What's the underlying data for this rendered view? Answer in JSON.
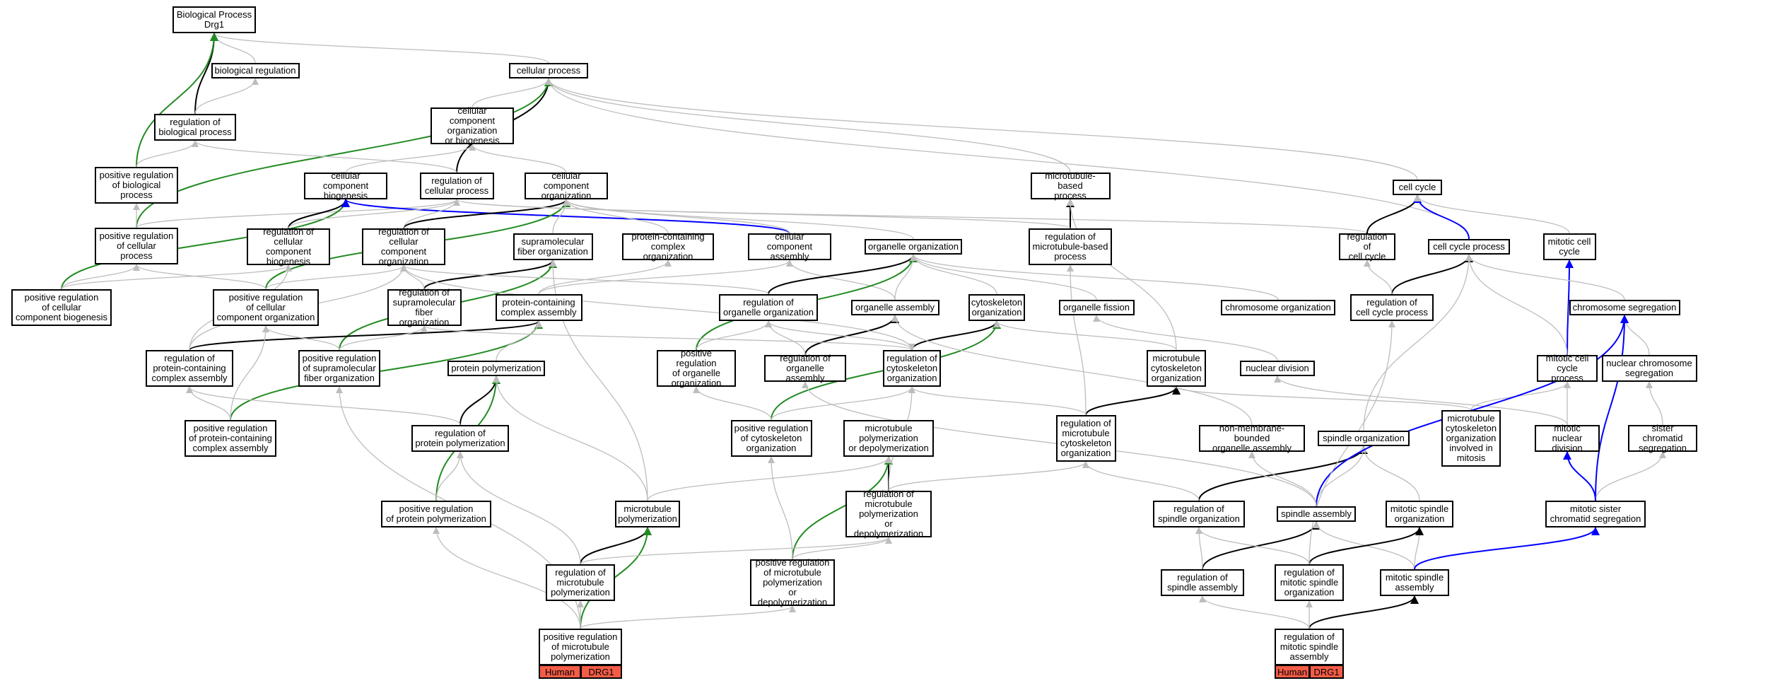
{
  "nodes": [
    {
      "id": "bp",
      "label": "Biological Process\nDrg1"
    },
    {
      "id": "bioreg",
      "label": "biological regulation"
    },
    {
      "id": "cellproc",
      "label": "cellular process"
    },
    {
      "id": "regbp",
      "label": "regulation of\nbiological process"
    },
    {
      "id": "ccob",
      "label": "cellular component\norganization\nor biogenesis"
    },
    {
      "id": "posregbp",
      "label": "positive regulation\nof biological\nprocess"
    },
    {
      "id": "ccbiog",
      "label": "cellular component\nbiogenesis"
    },
    {
      "id": "regcp",
      "label": "regulation of\ncellular process"
    },
    {
      "id": "ccorg",
      "label": "cellular component\norganization"
    },
    {
      "id": "mtbp",
      "label": "microtubule-based\nprocess"
    },
    {
      "id": "cellcycle",
      "label": "cell cycle"
    },
    {
      "id": "posregcp",
      "label": "positive regulation\nof cellular\nprocess"
    },
    {
      "id": "regccb",
      "label": "regulation of\ncellular component\nbiogenesis"
    },
    {
      "id": "regcco",
      "label": "regulation of\ncellular component\norganization"
    },
    {
      "id": "sfo",
      "label": "supramolecular\nfiber organization"
    },
    {
      "id": "pcco",
      "label": "protein-containing\ncomplex organization"
    },
    {
      "id": "cca",
      "label": "cellular component\nassembly"
    },
    {
      "id": "orgorg",
      "label": "organelle organization"
    },
    {
      "id": "regmtbp",
      "label": "regulation of\nmicrotubule-based\nprocess"
    },
    {
      "id": "regcc",
      "label": "regulation of\ncell cycle"
    },
    {
      "id": "ccp",
      "label": "cell cycle process"
    },
    {
      "id": "mcc",
      "label": "mitotic cell\ncycle"
    },
    {
      "id": "posregccb",
      "label": "positive regulation\nof cellular\ncomponent biogenesis"
    },
    {
      "id": "posregcco",
      "label": "positive regulation\nof cellular\ncomponent organization"
    },
    {
      "id": "regsfo",
      "label": "regulation of\nsupramolecular\nfiber organization"
    },
    {
      "id": "pcca",
      "label": "protein-containing\ncomplex assembly"
    },
    {
      "id": "regoo",
      "label": "regulation of\norganelle organization"
    },
    {
      "id": "oa",
      "label": "organelle assembly"
    },
    {
      "id": "cytorg",
      "label": "cytoskeleton\norganization"
    },
    {
      "id": "of",
      "label": "organelle fission"
    },
    {
      "id": "chrorg",
      "label": "chromosome organization"
    },
    {
      "id": "regccp",
      "label": "regulation of\ncell cycle process"
    },
    {
      "id": "chrseg",
      "label": "chromosome segregation"
    },
    {
      "id": "regpcca",
      "label": "regulation of\nprotein-containing\ncomplex assembly"
    },
    {
      "id": "posregsfo",
      "label": "positive regulation\nof supramolecular\nfiber organization"
    },
    {
      "id": "pp",
      "label": "protein polymerization"
    },
    {
      "id": "posregoo",
      "label": "positive regulation\nof organelle\norganization"
    },
    {
      "id": "regoa",
      "label": "regulation of\norganelle assembly"
    },
    {
      "id": "regcyt",
      "label": "regulation of\ncytoskeleton\norganization"
    },
    {
      "id": "mco",
      "label": "microtubule\ncytoskeleton\norganization"
    },
    {
      "id": "nd",
      "label": "nuclear division"
    },
    {
      "id": "mccp",
      "label": "mitotic cell\ncycle process"
    },
    {
      "id": "ncs",
      "label": "nuclear chromosome\nsegregation"
    },
    {
      "id": "posregpcca",
      "label": "positive regulation\nof protein-containing\ncomplex assembly"
    },
    {
      "id": "regpp",
      "label": "regulation of\nprotein polymerization"
    },
    {
      "id": "posregcyt",
      "label": "positive regulation\nof cytoskeleton\norganization"
    },
    {
      "id": "mpd",
      "label": "microtubule\npolymerization\nor depolymerization"
    },
    {
      "id": "regmco",
      "label": "regulation of\nmicrotubule\ncytoskeleton\norganization"
    },
    {
      "id": "nmboa",
      "label": "non-membrane-bounded\norganelle assembly"
    },
    {
      "id": "so",
      "label": "spindle organization"
    },
    {
      "id": "mcoim",
      "label": "microtubule\ncytoskeleton\norganization\ninvolved in\nmitosis"
    },
    {
      "id": "mnd",
      "label": "mitotic nuclear\ndivision"
    },
    {
      "id": "scs",
      "label": "sister chromatid\nsegregation"
    },
    {
      "id": "regmpd",
      "label": "regulation of\nmicrotubule\npolymerization\nor depolymerization"
    },
    {
      "id": "posregpp",
      "label": "positive regulation\nof protein polymerization"
    },
    {
      "id": "mtpol",
      "label": "microtubule\npolymerization"
    },
    {
      "id": "regso",
      "label": "regulation of\nspindle organization"
    },
    {
      "id": "sa",
      "label": "spindle assembly"
    },
    {
      "id": "mso",
      "label": "mitotic spindle\norganization"
    },
    {
      "id": "mscs",
      "label": "mitotic sister\nchromatid segregation"
    },
    {
      "id": "regmtpol",
      "label": "regulation of\nmicrotubule\npolymerization"
    },
    {
      "id": "posregmpd",
      "label": "positive regulation\nof microtubule\npolymerization\nor depolymerization"
    },
    {
      "id": "regsa",
      "label": "regulation of\nspindle assembly"
    },
    {
      "id": "regmso",
      "label": "regulation of\nmitotic spindle\norganization"
    },
    {
      "id": "msa",
      "label": "mitotic spindle\nassembly"
    },
    {
      "id": "posregmtpol",
      "label": "positive regulation\nof microtubule\npolymerization"
    },
    {
      "id": "regmsa",
      "label": "regulation of\nmitotic spindle\nassembly"
    }
  ],
  "annotations": [
    {
      "node": "posregmtpol",
      "species": "Human",
      "gene": "DRG1"
    },
    {
      "node": "regmsa",
      "species": "Human",
      "gene": "DRG1"
    }
  ],
  "edge_colors": {
    "is_a": "#bdbdbd",
    "part_of": "#000000",
    "positively_regulates": "#228b22",
    "regulates": "#0000ff"
  },
  "edges": [
    [
      "bioreg",
      "bp",
      "is_a"
    ],
    [
      "cellproc",
      "bp",
      "is_a"
    ],
    [
      "regbp",
      "bp",
      "part_of"
    ],
    [
      "posregbp",
      "bp",
      "positively_regulates"
    ],
    [
      "regbp",
      "bioreg",
      "is_a"
    ],
    [
      "posregbp",
      "regbp",
      "is_a"
    ],
    [
      "ccob",
      "cellproc",
      "is_a"
    ],
    [
      "regcp",
      "cellproc",
      "part_of"
    ],
    [
      "posregcp",
      "cellproc",
      "positively_regulates"
    ],
    [
      "mtbp",
      "cellproc",
      "is_a"
    ],
    [
      "cellcycle",
      "cellproc",
      "is_a"
    ],
    [
      "ccp",
      "cellproc",
      "is_a"
    ],
    [
      "ccbiog",
      "ccob",
      "is_a"
    ],
    [
      "ccorg",
      "ccob",
      "is_a"
    ],
    [
      "regcp",
      "regbp",
      "is_a"
    ],
    [
      "posregcp",
      "posregbp",
      "is_a"
    ],
    [
      "posregcp",
      "regcp",
      "is_a"
    ],
    [
      "regccb",
      "ccbiog",
      "part_of"
    ],
    [
      "posregccb",
      "ccbiog",
      "positively_regulates"
    ],
    [
      "cca",
      "ccbiog",
      "regulates"
    ],
    [
      "regcco",
      "ccorg",
      "part_of"
    ],
    [
      "posregcco",
      "ccorg",
      "positively_regulates"
    ],
    [
      "sfo",
      "ccorg",
      "is_a"
    ],
    [
      "pcco",
      "ccorg",
      "is_a"
    ],
    [
      "cca",
      "ccorg",
      "is_a"
    ],
    [
      "orgorg",
      "ccorg",
      "is_a"
    ],
    [
      "regccb",
      "regcp",
      "is_a"
    ],
    [
      "regcco",
      "regcp",
      "is_a"
    ],
    [
      "regcc",
      "regcp",
      "is_a"
    ],
    [
      "regmtbp",
      "mtbp",
      "part_of"
    ],
    [
      "mco",
      "mtbp",
      "is_a"
    ],
    [
      "regcc",
      "cellcycle",
      "part_of"
    ],
    [
      "ccp",
      "cellcycle",
      "regulates"
    ],
    [
      "mcc",
      "cellcycle",
      "is_a"
    ],
    [
      "mccp",
      "mcc",
      "regulates"
    ],
    [
      "regccp",
      "ccp",
      "part_of"
    ],
    [
      "mccp",
      "ccp",
      "is_a"
    ],
    [
      "so",
      "ccp",
      "is_a"
    ],
    [
      "regccp",
      "regcc",
      "is_a"
    ],
    [
      "chrseg",
      "ccp",
      "is_a"
    ],
    [
      "posregccb",
      "posregcp",
      "is_a"
    ],
    [
      "posregccb",
      "regccb",
      "is_a"
    ],
    [
      "posregcco",
      "posregcp",
      "is_a"
    ],
    [
      "posregcco",
      "regcco",
      "is_a"
    ],
    [
      "regsfo",
      "sfo",
      "part_of"
    ],
    [
      "posregsfo",
      "sfo",
      "positively_regulates"
    ],
    [
      "pcca",
      "pcco",
      "is_a"
    ],
    [
      "pcca",
      "cca",
      "is_a"
    ],
    [
      "oa",
      "cca",
      "is_a"
    ],
    [
      "regoo",
      "orgorg",
      "part_of"
    ],
    [
      "posregoo",
      "orgorg",
      "positively_regulates"
    ],
    [
      "oa",
      "orgorg",
      "is_a"
    ],
    [
      "cytorg",
      "orgorg",
      "is_a"
    ],
    [
      "of",
      "orgorg",
      "is_a"
    ],
    [
      "chrorg",
      "orgorg",
      "is_a"
    ],
    [
      "regpcca",
      "pcca",
      "part_of"
    ],
    [
      "posregpcca",
      "pcca",
      "positively_regulates"
    ],
    [
      "pp",
      "pcca",
      "is_a"
    ],
    [
      "regoa",
      "oa",
      "part_of"
    ],
    [
      "regcyt",
      "cytorg",
      "part_of"
    ],
    [
      "posregcyt",
      "cytorg",
      "positively_regulates"
    ],
    [
      "mco",
      "cytorg",
      "is_a"
    ],
    [
      "nd",
      "of",
      "is_a"
    ],
    [
      "ncs",
      "chrseg",
      "is_a"
    ],
    [
      "scs",
      "ncs",
      "is_a"
    ],
    [
      "mscs",
      "chrseg",
      "regulates"
    ],
    [
      "mscs",
      "scs",
      "is_a"
    ],
    [
      "mnd",
      "nd",
      "is_a"
    ],
    [
      "mnd",
      "mccp",
      "is_a"
    ],
    [
      "mscs",
      "mnd",
      "regulates"
    ],
    [
      "mcoim",
      "mccp",
      "is_a"
    ],
    [
      "mcoim",
      "mco",
      "is_a"
    ],
    [
      "regmco",
      "mco",
      "part_of"
    ],
    [
      "regpp",
      "pp",
      "part_of"
    ],
    [
      "posregpp",
      "pp",
      "positively_regulates"
    ],
    [
      "mtpol",
      "pp",
      "is_a"
    ],
    [
      "regmpd",
      "mpd",
      "part_of"
    ],
    [
      "posregmpd",
      "mpd",
      "positively_regulates"
    ],
    [
      "mtpol",
      "mpd",
      "is_a"
    ],
    [
      "regmtpol",
      "mtpol",
      "part_of"
    ],
    [
      "posregmtpol",
      "mtpol",
      "positively_regulates"
    ],
    [
      "regso",
      "so",
      "part_of"
    ],
    [
      "sa",
      "so",
      "is_a"
    ],
    [
      "mso",
      "so",
      "is_a"
    ],
    [
      "regsa",
      "sa",
      "part_of"
    ],
    [
      "msa",
      "sa",
      "is_a"
    ],
    [
      "msa",
      "mso",
      "is_a"
    ],
    [
      "regmso",
      "mso",
      "part_of"
    ],
    [
      "regmsa",
      "msa",
      "part_of"
    ],
    [
      "msa",
      "mscs",
      "regulates"
    ],
    [
      "sa",
      "chrseg",
      "regulates"
    ],
    [
      "nmboa",
      "oa",
      "is_a"
    ],
    [
      "sa",
      "nmboa",
      "is_a"
    ],
    [
      "regpcca",
      "regcco",
      "is_a"
    ],
    [
      "posregpcca",
      "regpcca",
      "is_a"
    ],
    [
      "posregpp",
      "regpp",
      "is_a"
    ],
    [
      "regpp",
      "regpcca",
      "is_a"
    ],
    [
      "regmtpol",
      "regmpd",
      "is_a"
    ],
    [
      "posregmtpol",
      "regmtpol",
      "is_a"
    ],
    [
      "posregmtpol",
      "posregpp",
      "is_a"
    ],
    [
      "posregmpd",
      "regmpd",
      "is_a"
    ],
    [
      "regmpd",
      "regmco",
      "is_a"
    ],
    [
      "regso",
      "regmco",
      "is_a"
    ],
    [
      "regsa",
      "regso",
      "is_a"
    ],
    [
      "regmso",
      "regso",
      "is_a"
    ],
    [
      "regmsa",
      "regmso",
      "is_a"
    ],
    [
      "regmsa",
      "regsa",
      "is_a"
    ],
    [
      "regmso",
      "regccp",
      "is_a"
    ],
    [
      "regcyt",
      "regoo",
      "is_a"
    ],
    [
      "regmco",
      "regcyt",
      "is_a"
    ],
    [
      "regoa",
      "regoo",
      "is_a"
    ],
    [
      "posregcyt",
      "regcyt",
      "is_a"
    ],
    [
      "posregcyt",
      "posregoo",
      "is_a"
    ],
    [
      "posregoo",
      "regoo",
      "is_a"
    ],
    [
      "posregsfo",
      "regsfo",
      "is_a"
    ],
    [
      "posregsfo",
      "posregcco",
      "is_a"
    ],
    [
      "regsfo",
      "regcco",
      "is_a"
    ],
    [
      "regoo",
      "regcco",
      "is_a"
    ],
    [
      "regmtbp",
      "regcp",
      "is_a"
    ],
    [
      "regmco",
      "regmtbp",
      "is_a"
    ],
    [
      "posregmtpol",
      "posregmpd",
      "is_a"
    ],
    [
      "posregmpd",
      "posregcyt",
      "is_a"
    ],
    [
      "regmpd",
      "regcyt",
      "is_a"
    ],
    [
      "posregpcca",
      "posregcco",
      "is_a"
    ],
    [
      "regmtpol",
      "regpp",
      "is_a"
    ],
    [
      "mtpol",
      "sfo",
      "is_a"
    ],
    [
      "sa",
      "regoa",
      "is_a"
    ],
    [
      "regsfo",
      "regcyt",
      "is_a"
    ],
    [
      "regpcca",
      "regccb",
      "is_a"
    ],
    [
      "regcyt",
      "regcco",
      "is_a"
    ],
    [
      "posregmtpol",
      "posregsfo",
      "is_a"
    ]
  ]
}
